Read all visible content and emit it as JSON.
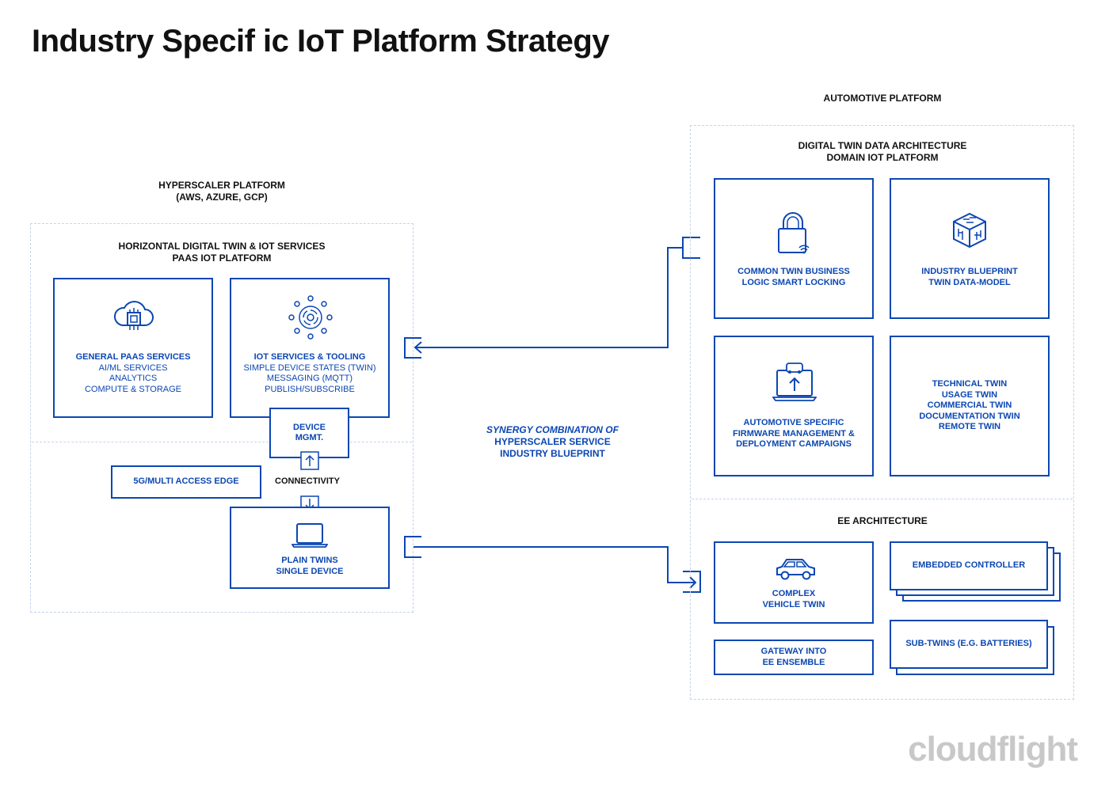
{
  "title": "Industry Specif ic IoT Platform Strategy",
  "hyperscaler": {
    "title_line1": "HYPERSCALER PLATFORM",
    "title_line2": "(AWS, AZURE, GCP)",
    "section_line1": "HORIZONTAL DIGITAL TWIN & IOT SERVICES",
    "section_line2": "PAAS IOT PLATFORM",
    "general_paas": {
      "heading": "GENERAL PAAS SERVICES",
      "lines": [
        "AI/ML SERVICES",
        "ANALYTICS",
        "COMPUTE & STORAGE"
      ],
      "icon": "cloud-chip-icon"
    },
    "iot_services": {
      "heading": "IOT SERVICES & TOOLING",
      "lines": [
        "SIMPLE DEVICE STATES (TWIN)",
        "MESSAGING (MQTT)",
        "PUBLISH/SUBSCRIBE"
      ],
      "icon": "network-fingerprint-icon"
    },
    "device_mgmt": [
      "DEVICE",
      "MGMT."
    ],
    "connectivity": "CONNECTIVITY",
    "edge": "5G/MULTI ACCESS EDGE",
    "plain_twins": {
      "lines": [
        "PLAIN TWINS",
        "SINGLE DEVICE"
      ],
      "icon": "laptop-icon"
    }
  },
  "synergy": [
    "SYNERGY COMBINATION OF",
    "HYPERSCALER SERVICE",
    "INDUSTRY BLUEPRINT"
  ],
  "automotive": {
    "title": "AUTOMOTIVE PLATFORM",
    "section_line1": "DIGITAL TWIN DATA ARCHITECTURE",
    "section_line2": "DOMAIN IOT PLATFORM",
    "common_twin": {
      "lines": [
        "COMMON TWIN BUSINESS",
        "LOGIC SMART LOCKING"
      ],
      "icon": "lock-wifi-icon"
    },
    "industry_blueprint": {
      "lines": [
        "INDUSTRY BLUEPRINT",
        "TWIN DATA-MODEL"
      ],
      "icon": "cube-circuit-icon"
    },
    "firmware": {
      "lines": [
        "AUTOMOTIVE SPECIFIC",
        "FIRMWARE MANAGEMENT &",
        "DEPLOYMENT CAMPAIGNS"
      ],
      "icon": "laptop-car-upload-icon"
    },
    "twins_list": [
      "TECHNICAL TWIN",
      "USAGE TWIN",
      "COMMERCIAL TWIN",
      "DOCUMENTATION TWIN",
      "REMOTE TWIN"
    ],
    "ee_title": "EE ARCHITECTURE",
    "complex_twin": {
      "lines": [
        "COMPLEX",
        "VEHICLE TWIN"
      ],
      "icon": "car-icon"
    },
    "embedded": "EMBEDDED CONTROLLER",
    "gateway": [
      "GATEWAY INTO",
      "EE ENSEMBLE"
    ],
    "sub_twins": "SUB-TWINS (E.G. BATTERIES)"
  },
  "logo": "cloudflight",
  "colors": {
    "accent": "#0b47b3",
    "dashed": "#c6d3ea",
    "logo": "#c8c8c8"
  }
}
